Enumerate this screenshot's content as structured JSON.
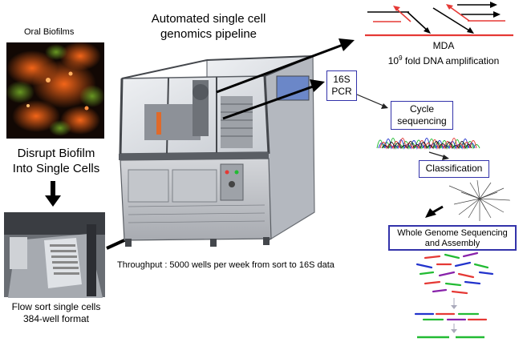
{
  "left": {
    "biofilm_label": "Oral Biofilms",
    "disrupt_line1": "Disrupt Biofilm",
    "disrupt_line2": "Into Single Cells",
    "flow_line1": "Flow sort single cells",
    "flow_line2": "384-well format"
  },
  "center": {
    "title_line1": "Automated single cell",
    "title_line2": "genomics pipeline",
    "throughput": "Throughput : 5000 wells per week from sort to 16S data"
  },
  "right": {
    "mda_label": "MDA",
    "amp_base": "10",
    "amp_exp": "9",
    "amp_text": " fold DNA amplification",
    "pcr_line1": "16S",
    "pcr_line2": "PCR",
    "cycle_line1": "Cycle",
    "cycle_line2": "sequencing",
    "classification": "Classification",
    "wgs_line1": "Whole Genome Sequencing",
    "wgs_line2": "and Assembly"
  },
  "colors": {
    "box_border": "#3333aa",
    "red": "#e53935",
    "green": "#22bb33",
    "blue": "#2233cc",
    "purple": "#8822aa"
  }
}
